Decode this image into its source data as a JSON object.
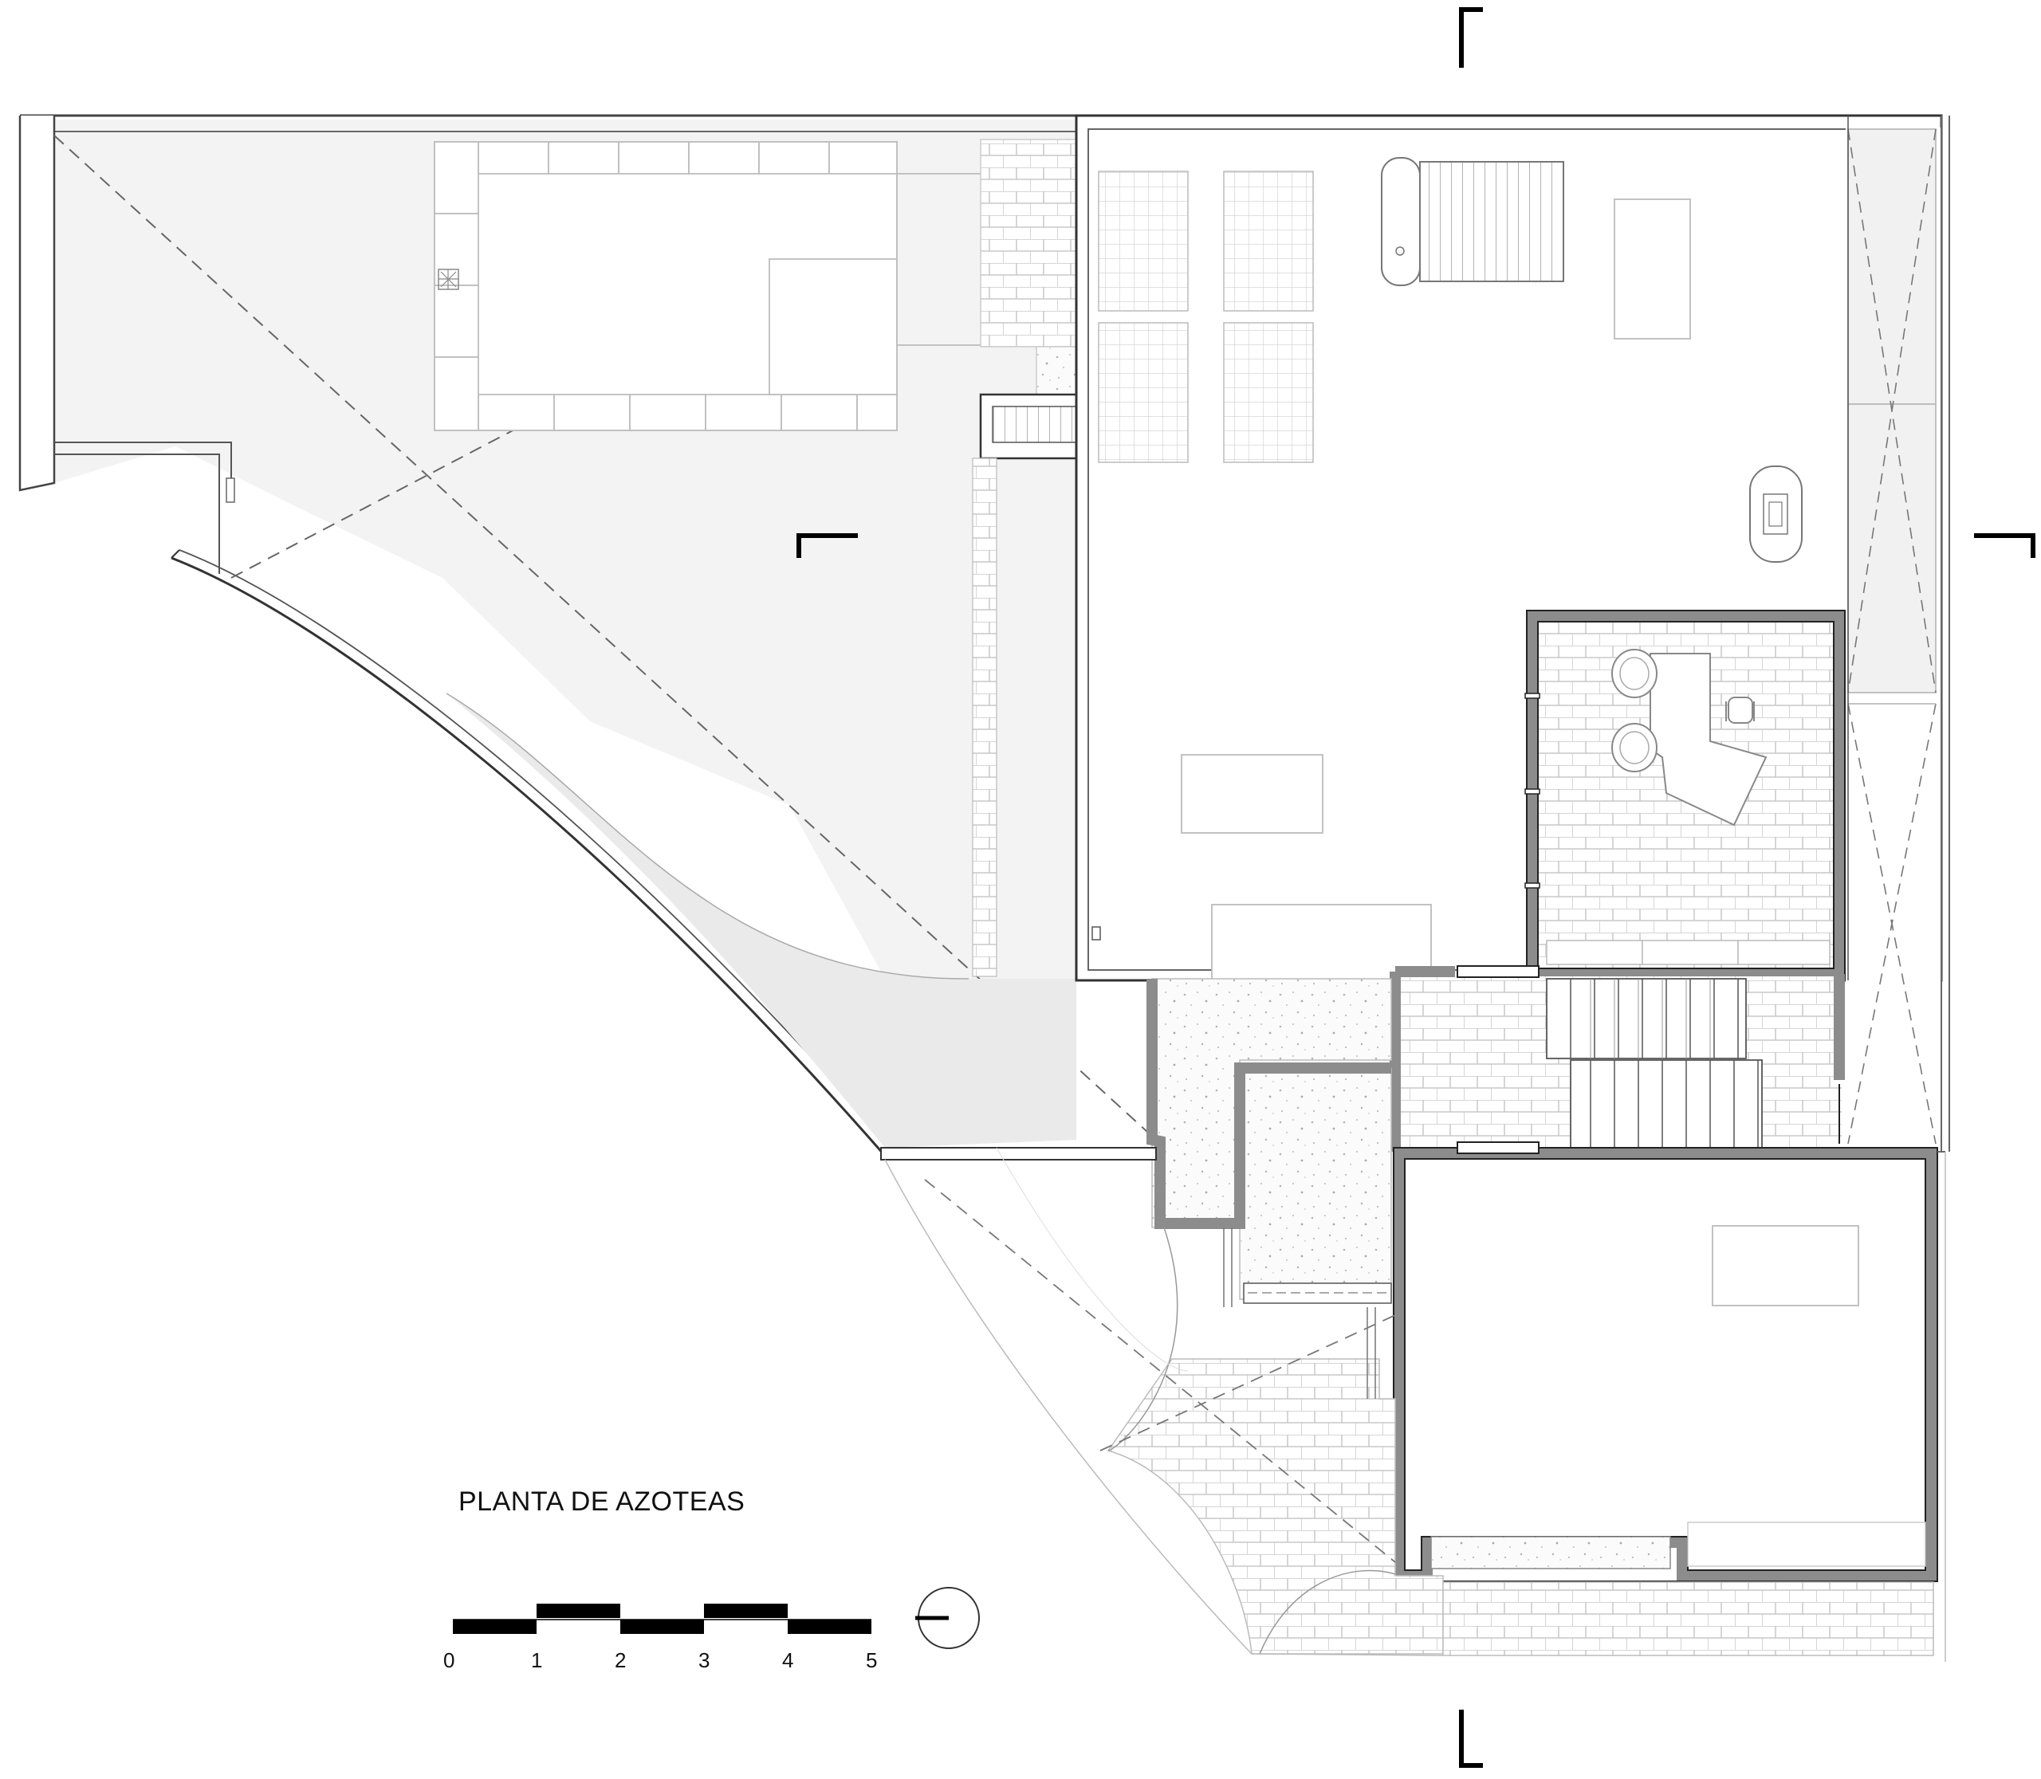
{
  "drawing": {
    "title": "PLANTA DE AZOTEAS",
    "scale_bar": {
      "labels": [
        "0",
        "1",
        "2",
        "3",
        "4",
        "5"
      ]
    },
    "colors": {
      "line": "#222222",
      "light_line": "#9a9a9a",
      "wall_fill": "#8c8c8c",
      "shade": "#f2f2f2",
      "shade_dark": "#e9e9e9",
      "marker": "#000000"
    }
  }
}
